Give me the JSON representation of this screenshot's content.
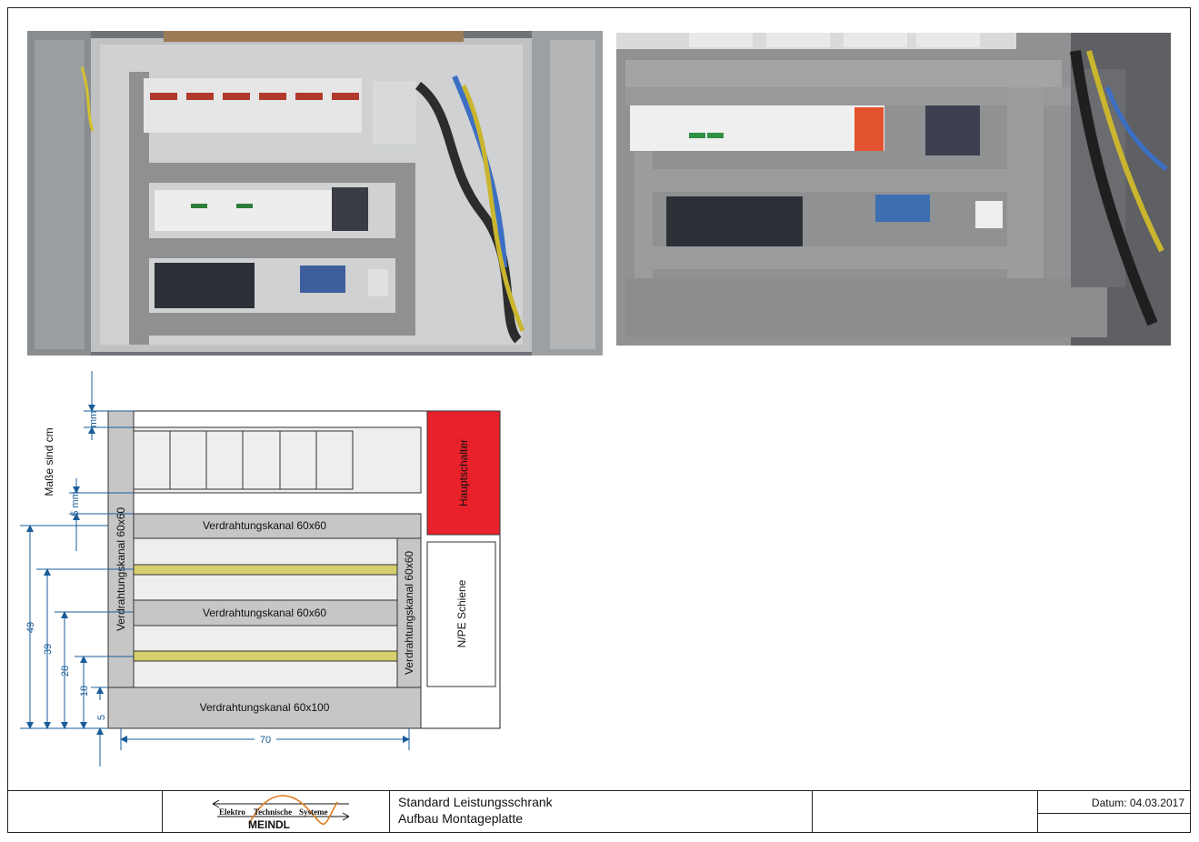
{
  "photos": {
    "left_alt": "Schaltschrank geöffnet",
    "right_alt": "Montageplatte Detail"
  },
  "drawing": {
    "units_note": "Maße sind cm",
    "hauptschalter": "Hauptschalter",
    "pe_schiene": "N/PE Schiene",
    "kanal_top": "Verdrahtungskanal 60x60",
    "kanal_mid": "Verdrahtungskanal 60x60",
    "kanal_bottom": "Verdrahtungskanal 60x100",
    "kanal_left": "Verdrahtungskanal 60x60",
    "kanal_right": "Verdrahtungskanal 60x60",
    "dim_top_small": "mm",
    "dim_gap": "5 mm",
    "dim_49": "49",
    "dim_39": "39",
    "dim_28": "28",
    "dim_18": "18",
    "dim_5": "5",
    "dim_70": "70"
  },
  "titleblock": {
    "logo_line1_a": "Elektro",
    "logo_line1_b": "Technische",
    "logo_line1_c": "Systeme",
    "logo_line2": "MEINDL",
    "title_line1": "Standard Leistungsschrank",
    "title_line2": "Aufbau Montageplatte",
    "date": "Datum: 04.03.2017"
  },
  "colors": {
    "hauptschalter": "#e8212a",
    "kanal": "#c6c6c6",
    "rail": "#d6cf6e",
    "dimension": "#1a5d99"
  }
}
